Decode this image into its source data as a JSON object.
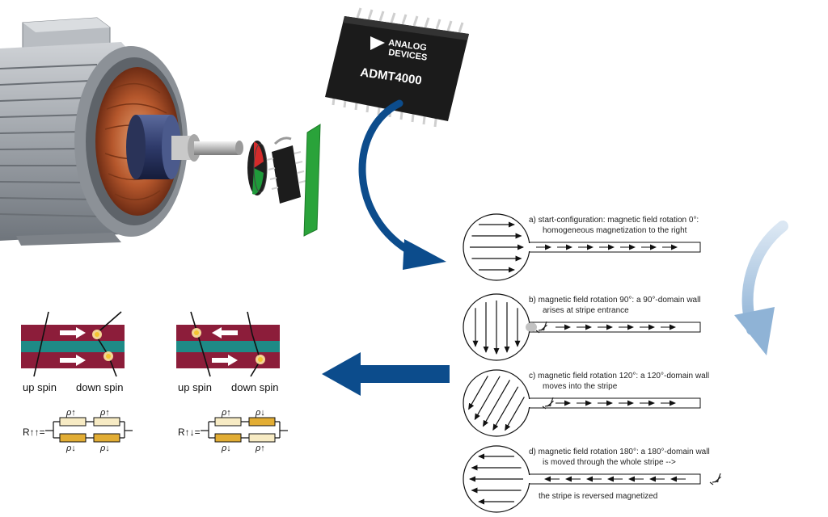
{
  "chip": {
    "brand_line1": "ANALOG",
    "brand_line2": "DEVICES",
    "part_number": "ADMT4000"
  },
  "colors": {
    "brand_blue": "#0c4c8c",
    "stripe_red": "#8c1d3a",
    "stripe_teal": "#1e8a86",
    "resistor_light": "#f7ebc4",
    "resistor_dark": "#e2ad34",
    "pcb_green": "#2aa33a"
  },
  "steps": [
    {
      "line1": "a)  start-configuration: magnetic field rotation 0°:",
      "line2": "homogeneous magnetization to the right",
      "field_angle_deg": 0
    },
    {
      "line1": "b)  magnetic field rotation 90°: a 90°-domain wall",
      "line2": "arises at stripe entrance",
      "field_angle_deg": 90
    },
    {
      "line1": "c)  magnetic field rotation 120°: a 120°-domain wall",
      "line2": "moves into the stripe",
      "field_angle_deg": 120
    },
    {
      "line1": "d)  magnetic field rotation 180°: a 180°-domain wall",
      "line2": "is moved through the whole stripe -->",
      "line3": "the stripe is reversed magnetized",
      "field_angle_deg": 180
    }
  ],
  "gmr": [
    {
      "up_label": "up spin",
      "down_label": "down spin",
      "r_label": "R↑↑=",
      "rho_top_left": "ρ↑",
      "rho_top_right": "ρ↑",
      "rho_bottom_left": "ρ↓",
      "rho_bottom_right": "ρ↓"
    },
    {
      "up_label": "up spin",
      "down_label": "down spin",
      "r_label": "R↑↓=",
      "rho_top_left": "ρ↑",
      "rho_top_right": "ρ↓",
      "rho_bottom_left": "ρ↓",
      "rho_bottom_right": "ρ↑"
    }
  ]
}
